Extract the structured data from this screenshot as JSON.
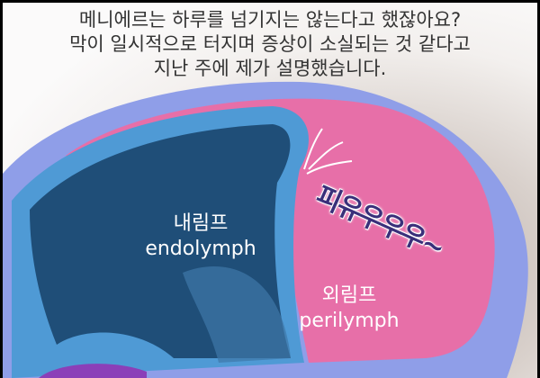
{
  "caption": {
    "line1": "메니에르는 하루를 넘기지는 않는다고 했잖아요?",
    "line2": "막이 일시적으로 터지며 증상이 소실되는 것 같다고",
    "line3": "지난 주에 제가 설명했습니다."
  },
  "labels": {
    "endolymph_ko": "내림프",
    "endolymph_en": "endolymph",
    "perilymph_ko": "외림프",
    "perilymph_en": "perilymph"
  },
  "sound_effect": "피유우우우~"
}
